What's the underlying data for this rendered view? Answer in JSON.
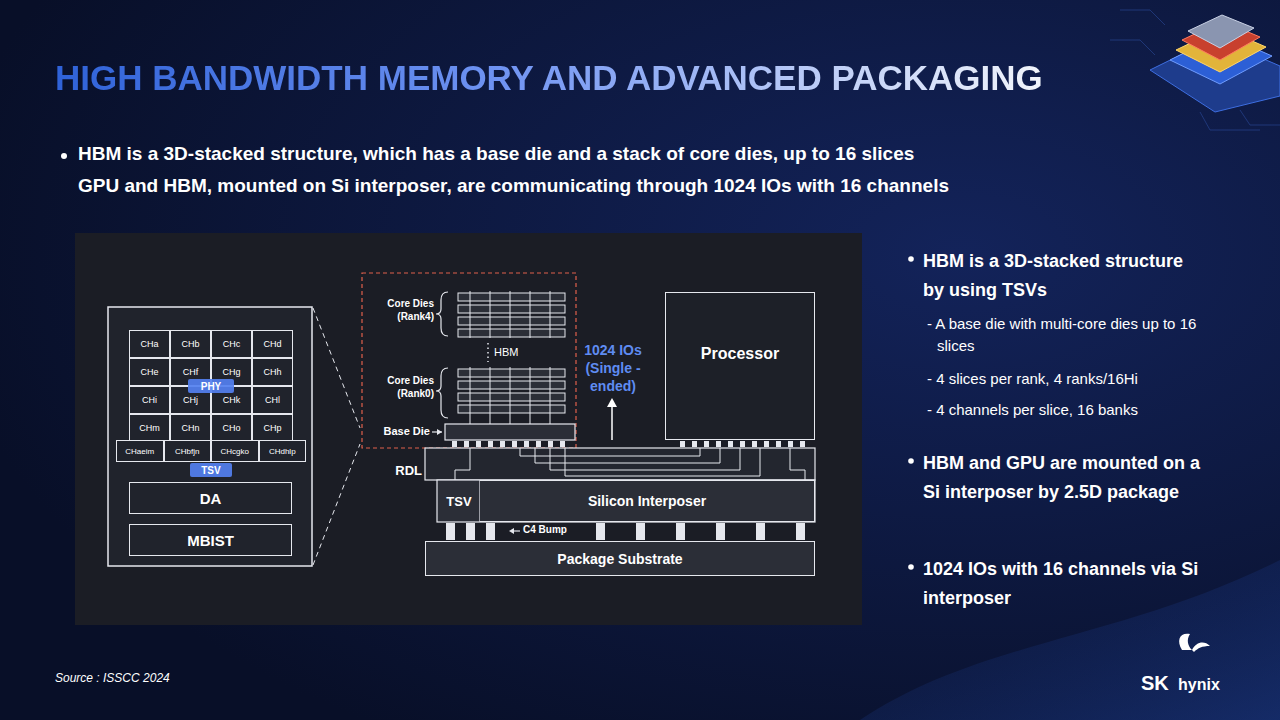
{
  "diagram": {
    "title": "HIGH BANDWIDTH MEMORY AND ADVANCED PACKAGING",
    "nodes": [
      {
        "text": [
          "CHa"
        ]
      },
      {
        "text": [
          "CHb"
        ]
      },
      {
        "text": [
          "CHc"
        ]
      },
      {
        "text": [
          "CHd"
        ]
      },
      {
        "text": [
          "CHe"
        ]
      },
      {
        "text": [
          "CHf"
        ]
      },
      {
        "text": [
          "CHg"
        ]
      },
      {
        "text": [
          "CHh"
        ]
      },
      {
        "text": [
          "CHi"
        ]
      },
      {
        "text": [
          "CHj"
        ]
      },
      {
        "text": [
          "CHk"
        ]
      },
      {
        "text": [
          "CHl"
        ]
      },
      {
        "text": [
          "CHm"
        ]
      },
      {
        "text": [
          "CHn"
        ]
      },
      {
        "text": [
          "CHo"
        ]
      },
      {
        "text": [
          "CHp"
        ]
      },
      {
        "text": [
          "PHY"
        ]
      },
      {
        "text": [
          "CHaeim"
        ]
      },
      {
        "text": [
          "CHbfjn"
        ]
      },
      {
        "text": [
          "CHcgko"
        ]
      },
      {
        "text": [
          "CHdhlp"
        ]
      },
      {
        "text": [
          "TSV"
        ]
      },
      {
        "text": [
          "DA"
        ]
      },
      {
        "text": [
          "MBIST"
        ]
      },
      {
        "text": [
          "Processor"
        ]
      },
      {
        "text": [
          "Silicon Interposer"
        ]
      },
      {
        "text": [
          "Package Substrate"
        ]
      }
    ],
    "labels": [
      "HBM is a 3D-stacked structure, which has a base die and a stack of core dies, up to 16 slices",
      "GPU and HBM, mounted on Si interposer, are communicating through 1024 IOs with 16 channels",
      "Core Dies (Rank4)",
      "HBM",
      "Core Dies (Rank0)",
      "Base Die",
      "1024 IOs (Single -ended)",
      "RDL",
      "TSV",
      "C4 Bump",
      "HBM is a 3D-stacked structure by using TSVs",
      "- A base die with multi-core dies up to 16 slices",
      "- 4 slices per rank, 4 ranks/16Hi",
      "- 4 channels per slice, 16 banks",
      "HBM and GPU are mounted on a Si interposer by 2.5D package",
      "1024 IOs with 16 channels via Si interposer",
      "Source : ISSCC 2024",
      "SK",
      "hynix"
    ]
  }
}
